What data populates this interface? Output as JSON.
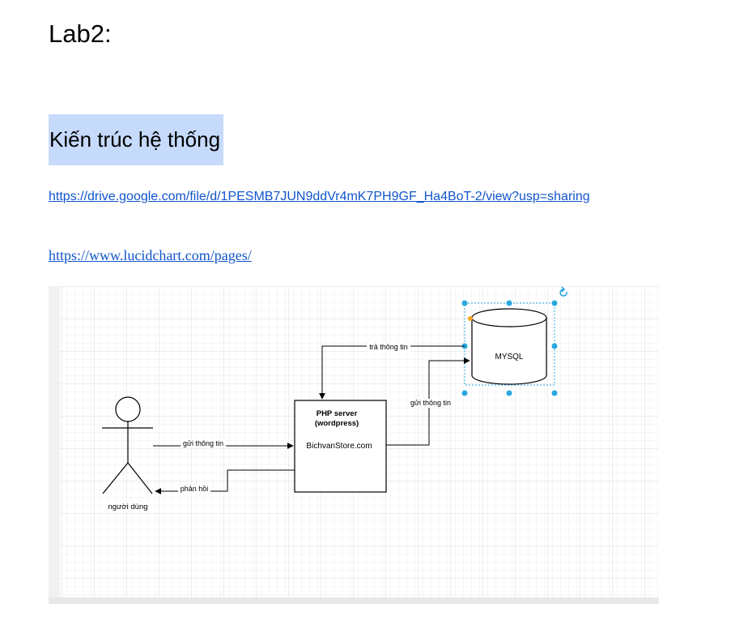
{
  "document": {
    "title": "Lab2:",
    "heading": "Kiến trúc hệ thống",
    "link_drive": "https://drive.google.com/file/d/1PESMB7JUN9ddVr4mK7PH9GF_Ha4BoT-2/view?usp=sharing",
    "link_lucid": "https://www.lucidchart.com/pages/"
  },
  "diagram": {
    "actor_label": "người dùng",
    "server_title_line1": "PHP server",
    "server_title_line2": "(wordpress)",
    "server_site": "BichvanStore.com",
    "db_label": "MYSQL",
    "edge_user_to_server": "gửi thông tin",
    "edge_server_to_user": "phản hồi",
    "edge_server_to_db": "gửi thông tin",
    "edge_db_to_server": "trả thông tin",
    "colors": {
      "grid_minor": "#eeeeee",
      "grid_major": "#dcdcdc",
      "selection_handle": "#29a8e0",
      "selection_outline": "#29a8e0",
      "connector_point": "#f5a623",
      "link": "#1155cc",
      "heading_highlight": "#c6dafc"
    }
  }
}
